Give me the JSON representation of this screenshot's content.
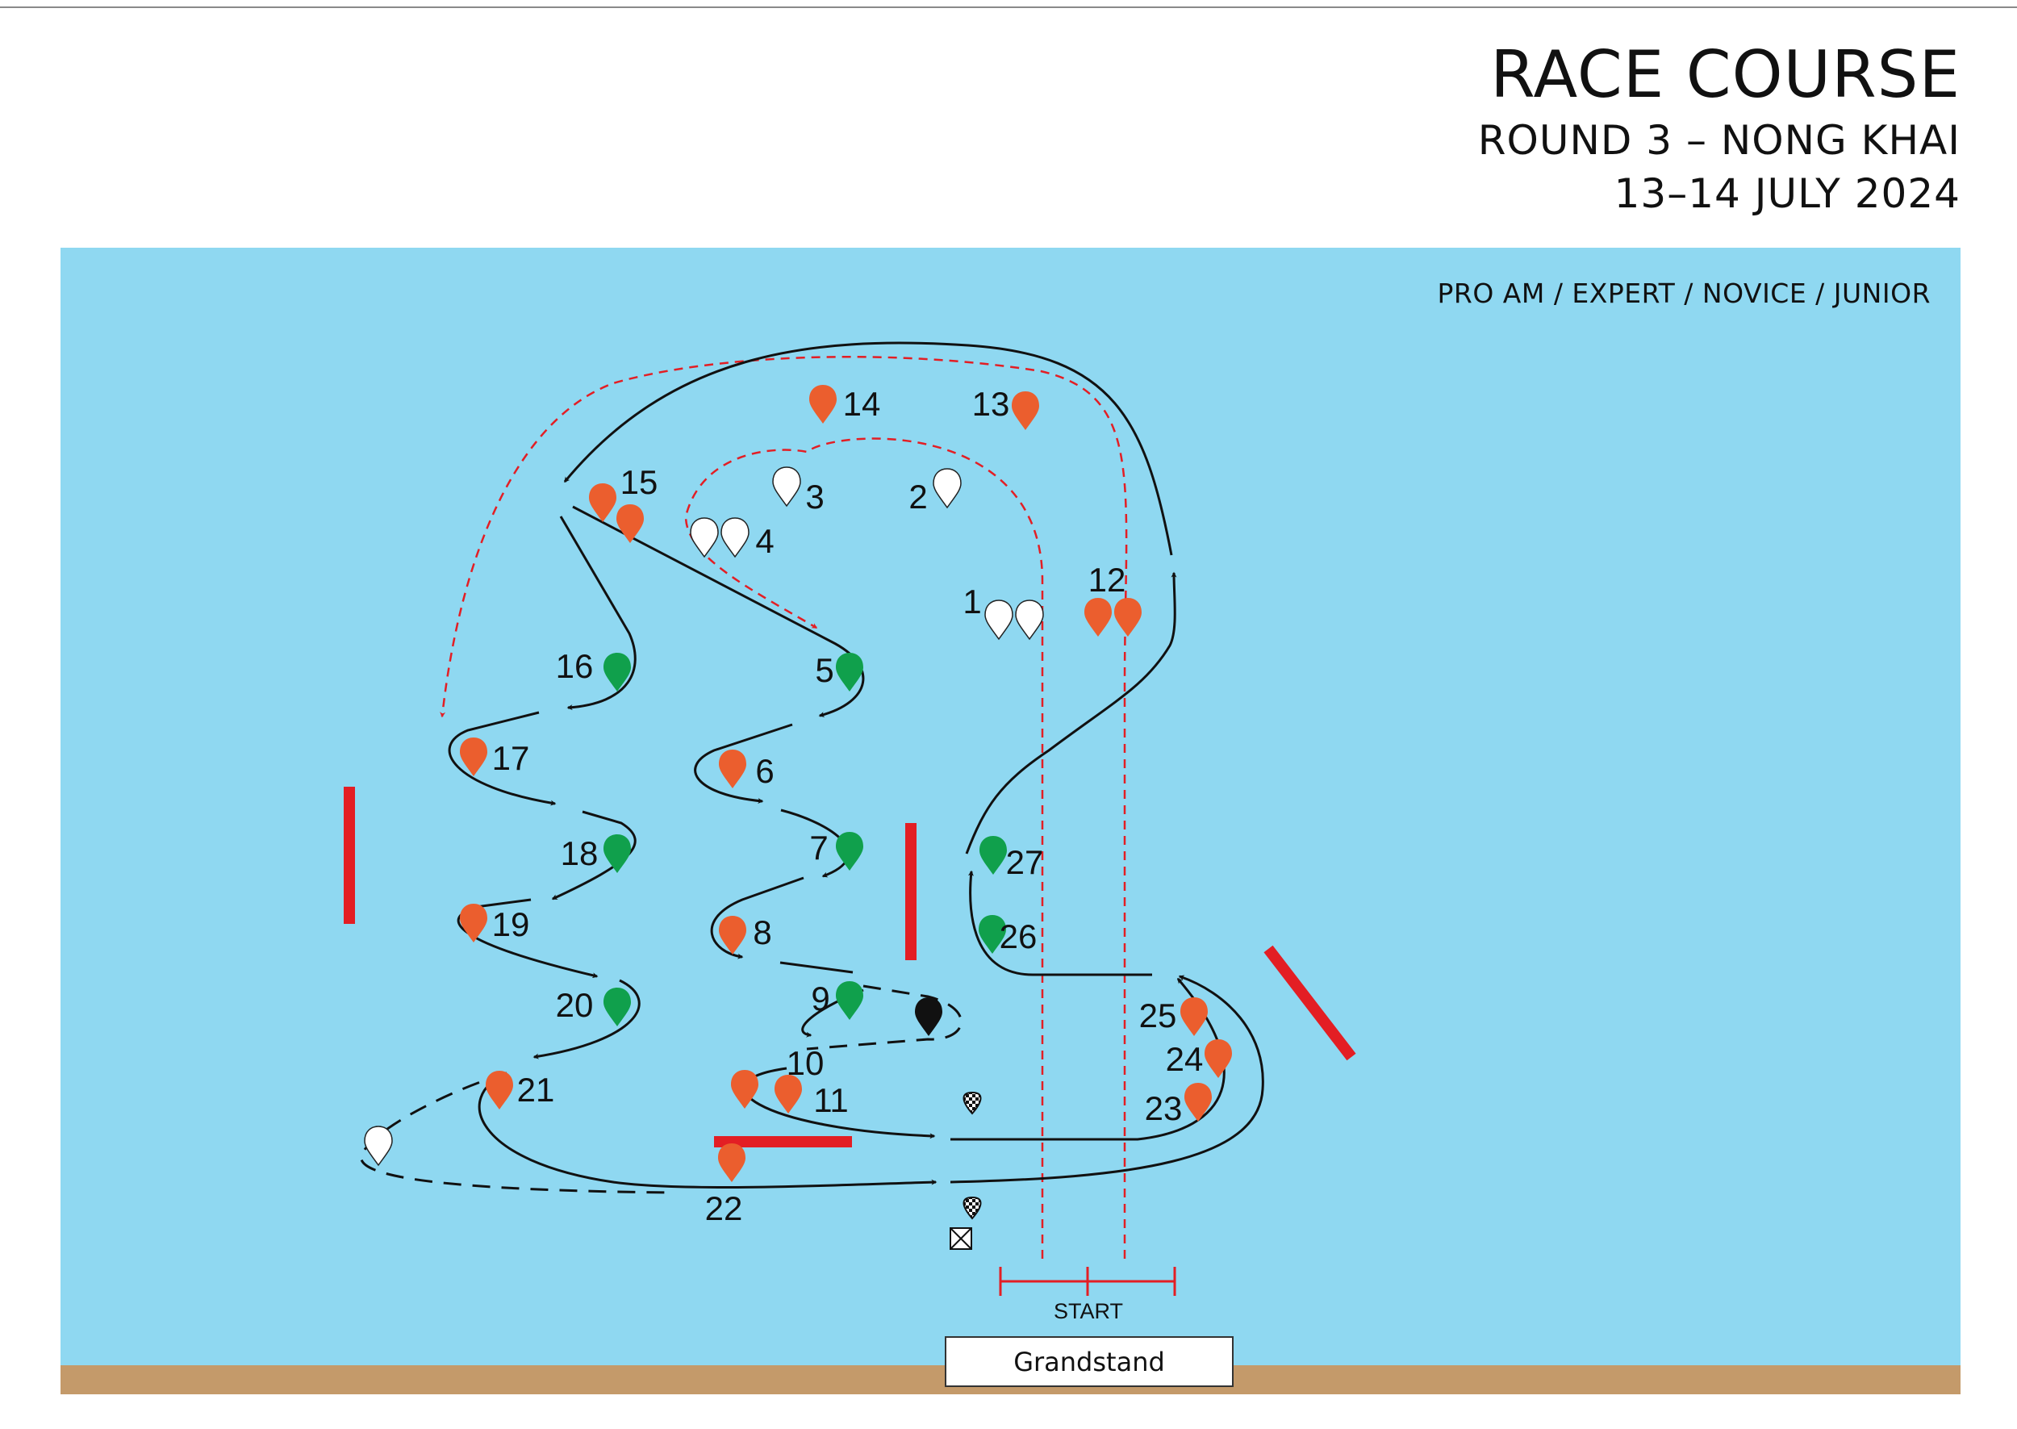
{
  "header": {
    "title": "RACE COURSE",
    "round": "ROUND 3 – NONG KHAI",
    "dates": "13–14 JULY 2024"
  },
  "course": {
    "categories": "PRO AM / EXPERT / NOVICE / JUNIOR",
    "start_label": "START",
    "grandstand_label": "Grandstand",
    "colors": {
      "water": "#8fd8f1",
      "shore": "#c49a6a",
      "buoy_orange": "#eb5e2e",
      "buoy_green": "#10a04c",
      "buoy_white": "#ffffff",
      "buoy_black": "#111111",
      "barrier_red": "#e31e24",
      "route_black": "#111111",
      "route_red": "#e31e24"
    },
    "buoy_numbers": [
      "1",
      "2",
      "3",
      "4",
      "5",
      "6",
      "7",
      "8",
      "9",
      "10",
      "11",
      "12",
      "13",
      "14",
      "15",
      "16",
      "17",
      "18",
      "19",
      "20",
      "21",
      "22",
      "23",
      "24",
      "25",
      "26",
      "27"
    ],
    "icons": {
      "buoy": "buoy-marker-icon",
      "checkered_flag": "checkered-flag-icon",
      "marshal_box": "marshal-box-icon"
    }
  }
}
